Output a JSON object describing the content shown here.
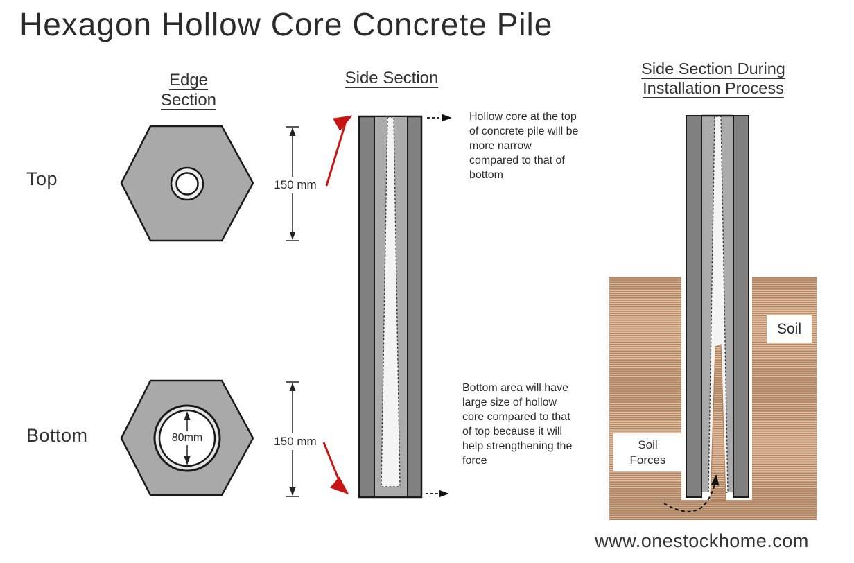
{
  "title": "Hexagon Hollow Core Concrete Pile",
  "labels": {
    "top": "Top",
    "bottom": "Bottom"
  },
  "edge_section": {
    "heading_line1": "Edge",
    "heading_line2": "Section",
    "core_diameter": "80mm"
  },
  "side_section": {
    "heading": "Side Section",
    "top_dimension": "150 mm",
    "bottom_dimension": "150 mm",
    "top_annotation": "Hollow core at the top of concrete pile will be more narrow compared to that of bottom",
    "bottom_annotation": "Bottom area will have large size of hollow core compared to that of top because it will help strengthening the force"
  },
  "installation_section": {
    "heading_line1": "Side Section During",
    "heading_line2": "Installation Process",
    "soil_label": "Soil",
    "soil_forces_line1": "Soil",
    "soil_forces_line2": "Forces"
  },
  "footer": {
    "website": "www.onestockhome.com"
  },
  "colors": {
    "accent_red": "#c91414",
    "outline_ink": "#1a1a1a",
    "hex_gray": "#a9a9a9",
    "pile_wall": "#808080",
    "pile_inner": "#ababab",
    "core_white": "#f4f4f4",
    "soil_dark": "#b28057",
    "soil_light": "#dcc2ad",
    "text_dark": "#2b2b2b"
  }
}
